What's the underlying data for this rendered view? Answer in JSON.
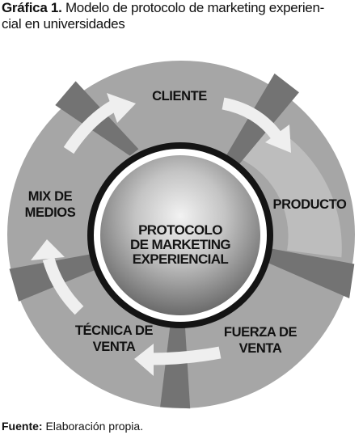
{
  "caption": {
    "label": "Gráfica 1.",
    "line1": "Modelo de protocolo de marketing experien-",
    "line2": "cial en universidades"
  },
  "center": {
    "line1": "PROTOCOLO",
    "line2": "DE MARKETING",
    "line3": "EXPERIENCIAL"
  },
  "segments": {
    "cliente": "CLIENTE",
    "producto": "PRODUCTO",
    "fuerza_venta": [
      "FUERZA DE",
      "VENTA"
    ],
    "tecnica_venta": [
      "TÉCNICA DE",
      "VENTA"
    ],
    "mix_medios": [
      "MIX DE",
      "MEDIOS"
    ]
  },
  "source": {
    "label": "Fuente:",
    "text": "Elaboración propia."
  },
  "colors": {
    "segment": "#a6a6a6",
    "segment_light": "#bdbdbd",
    "divider": "#727272",
    "ring": "#141414",
    "arrow": "#efefef"
  }
}
